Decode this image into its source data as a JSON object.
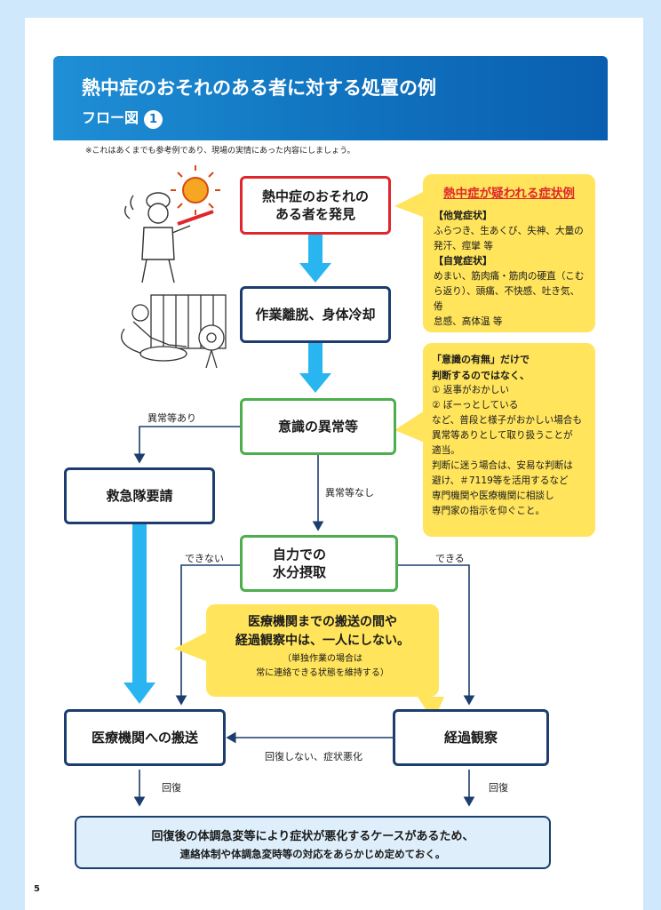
{
  "header": {
    "title": "熱中症のおそれのある者に対する処置の例",
    "subtitle": "フロー図",
    "number": "1"
  },
  "note": "※これはあくまでも参考例であり、現場の実情にあった内容にしましょう。",
  "flow": {
    "discover": [
      "熱中症のおそれの",
      "ある者を発見"
    ],
    "cooling": "作業離脱、身体冷却",
    "consciousness": "意識の異常等",
    "ambulance": "救急隊要請",
    "water": [
      "自力での",
      "水分摂取"
    ],
    "transport": "医療機関への搬送",
    "observe": "経過観察"
  },
  "labels": {
    "abnormal_yes": "異常等あり",
    "abnormal_no": "異常等なし",
    "cannot": "できない",
    "can": "できる",
    "not_recovered": "回復しない、症状悪化",
    "recover_left": "回復",
    "recover_right": "回復"
  },
  "symptoms": {
    "title": "熱中症が疑われる症状例",
    "other_head": "【他覚症状】",
    "other_text": [
      "ふらつき、生あくび、失神、大量の",
      "発汗、痙攣 等"
    ],
    "self_head": "【自覚症状】",
    "self_text": [
      "めまい、筋肉痛・筋肉の硬直（こむ",
      "ら返り）、頭痛、不快感、吐き気、倦",
      "怠感、高体温 等"
    ]
  },
  "consciousness_note": {
    "head": [
      "「意識の有無」だけで",
      "判断するのではなく、"
    ],
    "lines": [
      "① 返事がおかしい",
      "② ぼーっとしている",
      "など、普段と様子がおかしい場合も",
      "異常等ありとして取り扱うことが",
      "適当。",
      "判断に迷う場合は、安易な判断は",
      "避け、＃7119等を活用するなど",
      "専門機関や医療機関に相談し",
      "専門家の指示を仰ぐこと。"
    ]
  },
  "alone_note": {
    "head": [
      "医療機関までの搬送の間や",
      "経過観察中は、一人にしない。"
    ],
    "sub": [
      "（単独作業の場合は",
      "常に連絡できる状態を維持する）"
    ]
  },
  "bottom": [
    "回復後の体調急変等により症状が悪化するケースがあるため、",
    "連絡体制や体調急変時等の対応をあらかじめ定めておく。"
  ],
  "page_number": "5",
  "colors": {
    "header_blue": "#1277c2",
    "red_border": "#e0262d",
    "green_border": "#4cae4c",
    "navy_border": "#1c3d6e",
    "arrow_blue": "#29b6f0",
    "yellow": "#ffe45c"
  }
}
